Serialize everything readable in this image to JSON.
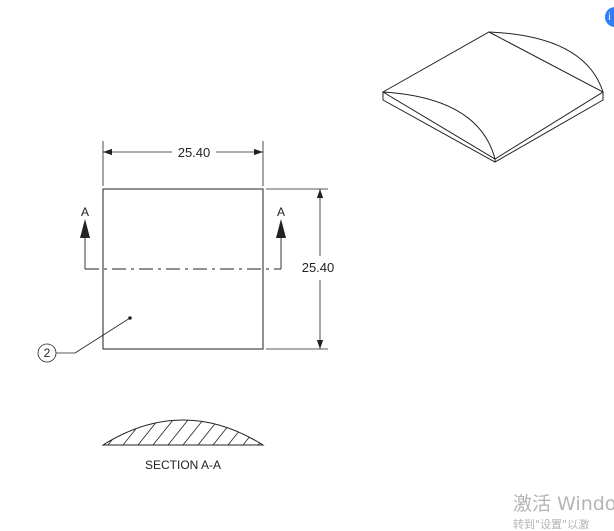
{
  "drawing": {
    "width_dimension": "25.40",
    "height_dimension": "25.40",
    "section_letter_left": "A",
    "section_letter_right": "A",
    "balloon_number": "2",
    "section_caption": "SECTION A-A"
  },
  "watermark": {
    "title": "激活 Windo",
    "subtitle": "转到\"设置\"以激"
  },
  "badge": {
    "label": "i"
  }
}
